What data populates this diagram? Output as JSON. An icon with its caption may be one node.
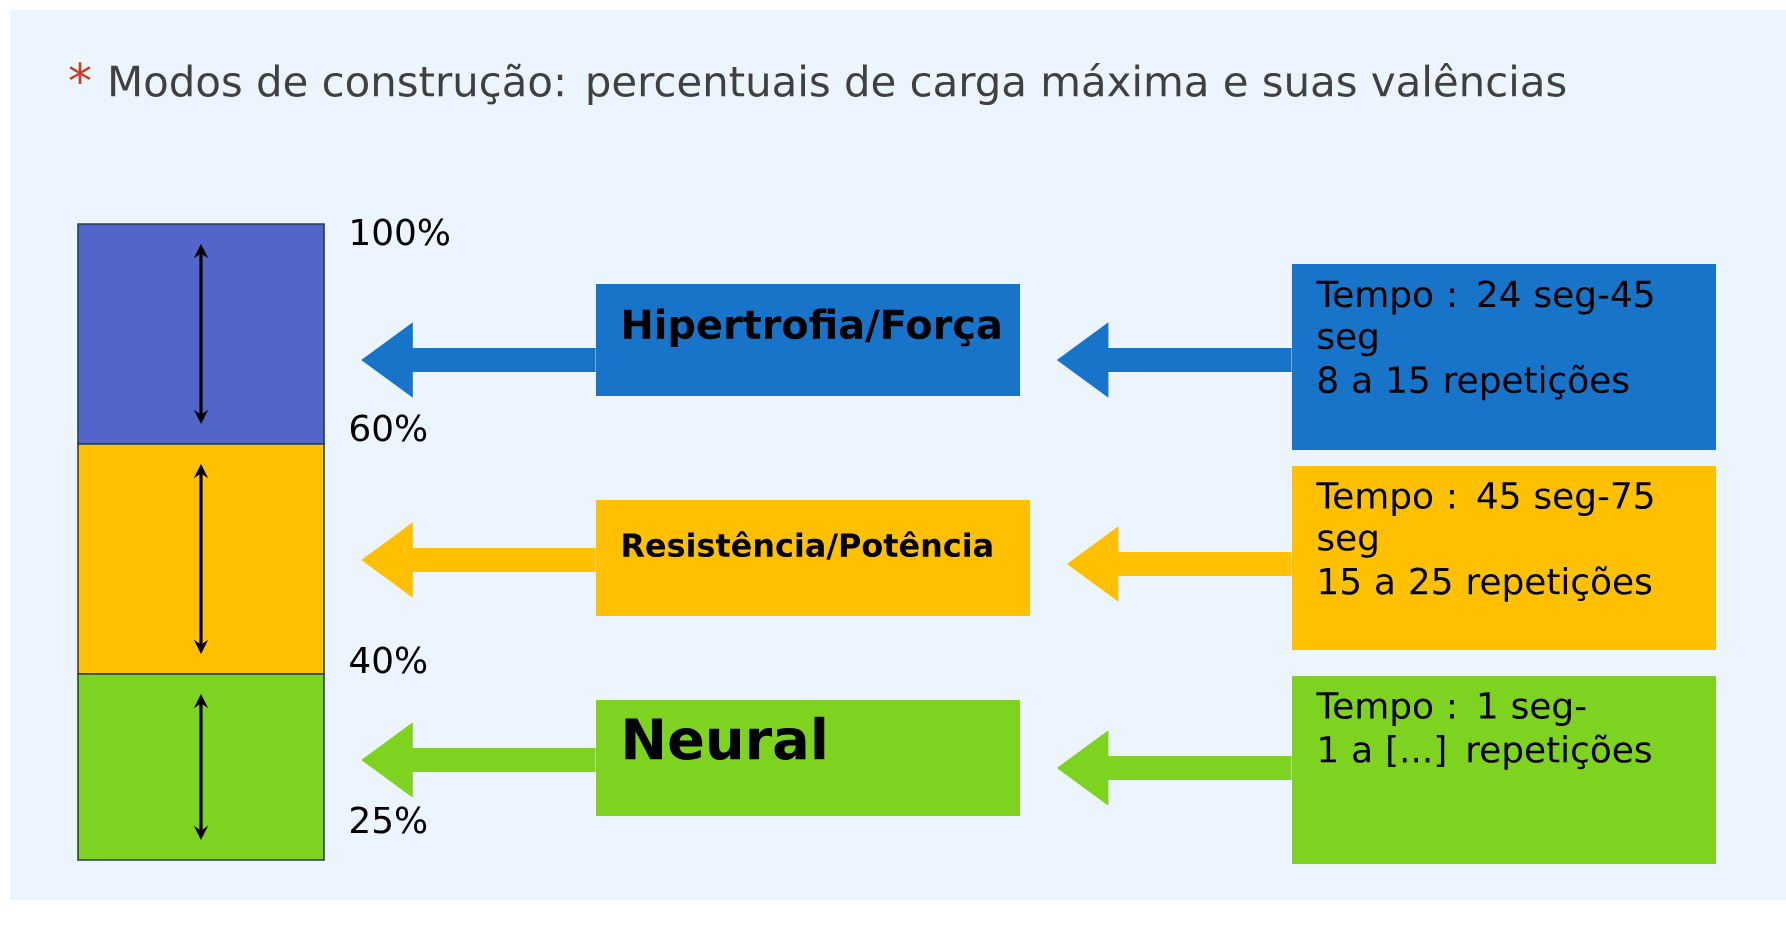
{
  "diagram": {
    "title": "Modos de construção: percentuais de carga máxima e suas valências",
    "nodes": [
      {
        "text": [],
        "shape": "bar"
      },
      {
        "text": [],
        "shape": "bar"
      },
      {
        "text": [],
        "shape": "bar"
      },
      {
        "text": [
          "Hipertrofia/Força"
        ]
      },
      {
        "text": [
          "Resistência/Potência"
        ]
      },
      {
        "text": [
          "Neural"
        ]
      },
      {
        "text": [
          "Tempo : 24 seg-45 seg",
          "8 a 15 repetições"
        ]
      },
      {
        "text": [
          "Tempo : 45 seg-75 seg",
          "15 a 25 repetições"
        ]
      },
      {
        "text": [
          "Tempo : 1 seg-",
          "1 a [...] repetições"
        ]
      }
    ],
    "edges": [
      {
        "from": 3,
        "to": 0,
        "arrow": "to",
        "color": "#1874c8"
      },
      {
        "from": 4,
        "to": 1,
        "arrow": "to",
        "color": "#ffc000"
      },
      {
        "from": 5,
        "to": 2,
        "arrow": "to",
        "color": "#7ed321"
      },
      {
        "from": 6,
        "to": 3,
        "arrow": "to",
        "color": "#1874c8"
      },
      {
        "from": 7,
        "to": 4,
        "arrow": "to",
        "color": "#ffc000"
      },
      {
        "from": 8,
        "to": 5,
        "arrow": "to",
        "color": "#7ed321"
      }
    ],
    "labels": [
      "*",
      "100%",
      "60%",
      "40%",
      "25%"
    ]
  }
}
